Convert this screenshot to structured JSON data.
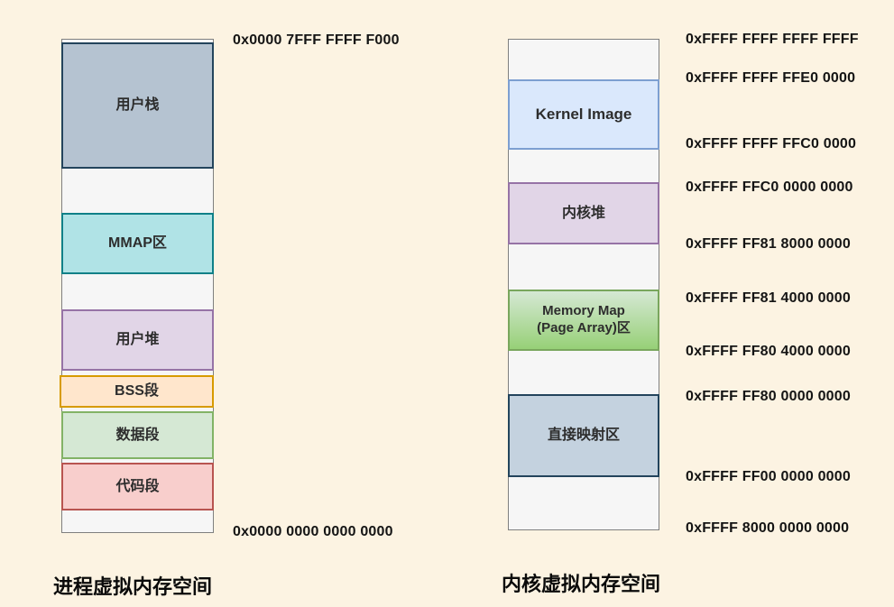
{
  "background_color": "#FCF3E2",
  "process_space": {
    "title": "进程虚拟内存空间",
    "top_address": "0x0000 7FFF FFFF F000",
    "bottom_address": "0x0000 0000 0000 0000",
    "blocks": [
      {
        "label": "用户栈",
        "fill": "#B5C3D1",
        "stroke": "#23445C"
      },
      {
        "label": "MMAP区",
        "fill": "#B0E3E6",
        "stroke": "#0E8088"
      },
      {
        "label": "用户堆",
        "fill": "#E1D5E7",
        "stroke": "#9673A6"
      },
      {
        "label": "BSS段",
        "fill": "#FFE6CC",
        "stroke": "#D79B00"
      },
      {
        "label": "数据段",
        "fill": "#D5E8D4",
        "stroke": "#82B366"
      },
      {
        "label": "代码段",
        "fill": "#F8CECC",
        "stroke": "#B85450"
      }
    ]
  },
  "kernel_space": {
    "title": "内核虚拟内存空间",
    "blocks": [
      {
        "label": "Kernel Image",
        "fill": "#DAE8FC",
        "stroke": "#7D9FD1"
      },
      {
        "label": "内核堆",
        "fill": "#E1D5E7",
        "stroke": "#9673A6"
      },
      {
        "label_line1": "Memory Map",
        "label_line2": "(Page Array)区",
        "fill_gradient": [
          "#D5E8D4",
          "#97D077"
        ],
        "stroke": "#79A65D"
      },
      {
        "label": "直接映射区",
        "fill": "#C4D2DF",
        "stroke": "#23445C"
      }
    ],
    "addresses": [
      "0xFFFF FFFF FFFF FFFF",
      "0xFFFF FFFF FFE0 0000",
      "0xFFFF FFFF FFC0 0000",
      "0xFFFF FFC0 0000 0000",
      "0xFFFF FF81 8000 0000",
      "0xFFFF FF81 4000 0000",
      "0xFFFF FF80 4000 0000",
      "0xFFFF FF80 0000 0000",
      "0xFFFF FF00 0000 0000",
      "0xFFFF 8000 0000 0000"
    ]
  }
}
